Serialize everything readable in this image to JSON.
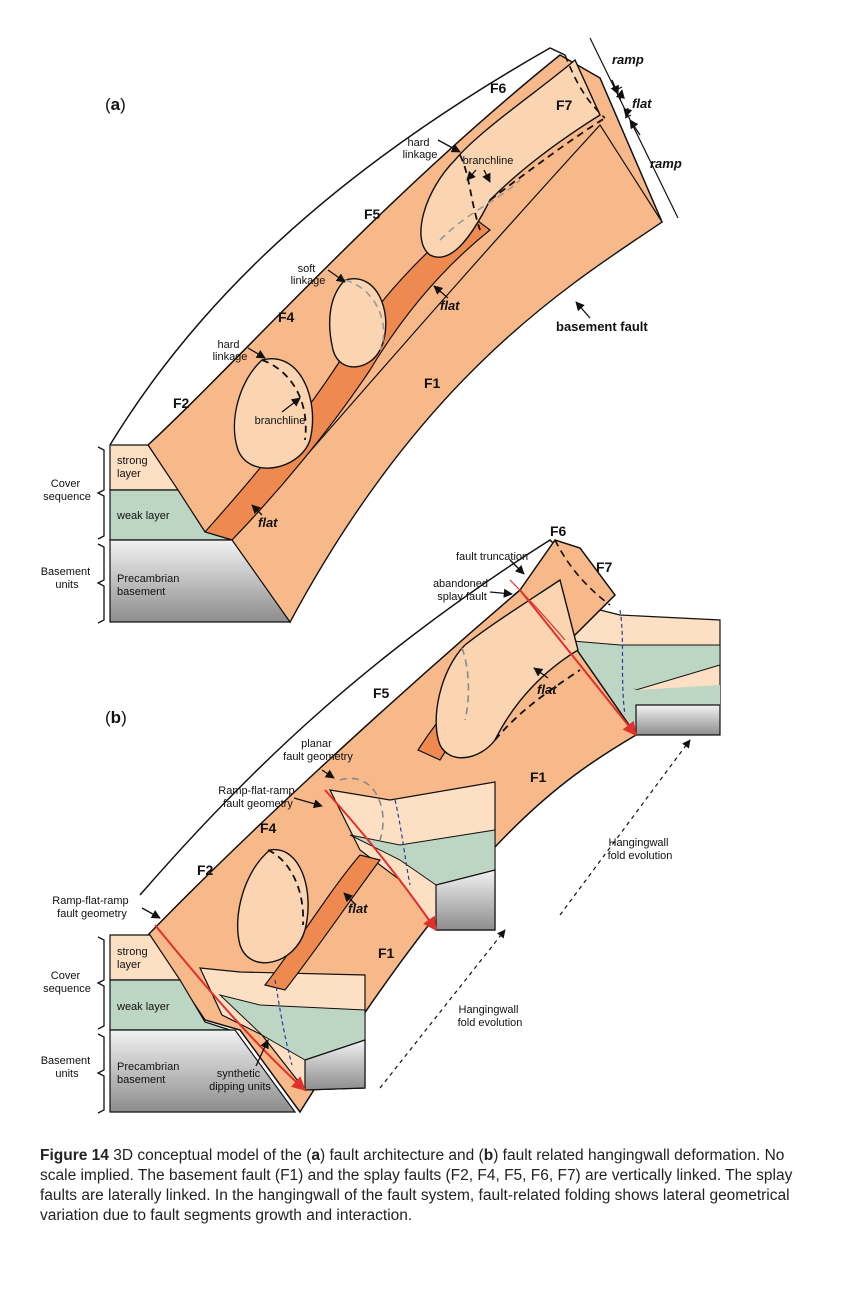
{
  "panel_a": {
    "label_open": "(",
    "label_letter": "a",
    "label_close": ")",
    "faults": {
      "f1": "F1",
      "f2": "F2",
      "f4": "F4",
      "f5": "F5",
      "f6": "F6",
      "f7": "F7"
    },
    "ramp_top": "ramp",
    "flat_mid": "flat",
    "ramp_bottom": "ramp",
    "hard_linkage_top": [
      "hard",
      "linkage"
    ],
    "branchline_top": "branchline",
    "soft_linkage": [
      "soft",
      "linkage"
    ],
    "flat_upper": "flat",
    "basement_fault": "basement fault",
    "hard_linkage_lower": [
      "hard",
      "linkage"
    ],
    "branchline_lower": "branchline",
    "flat_lower": "flat",
    "strong_layer": [
      "strong",
      "layer"
    ],
    "weak_layer": "weak layer",
    "precambrian": [
      "Precambrian",
      "basement"
    ],
    "cover_sequence": [
      "Cover",
      "sequence"
    ],
    "basement_units": [
      "Basement",
      "units"
    ]
  },
  "panel_b": {
    "label_open": "(",
    "label_letter": "b",
    "label_close": ")",
    "faults": {
      "f1_upper": "F1",
      "f1_lower": "F1",
      "f2": "F2",
      "f4": "F4",
      "f5": "F5",
      "f6": "F6",
      "f7": "F7"
    },
    "fault_truncation": "fault truncation",
    "abandoned_splay": [
      "abandoned",
      "splay fault"
    ],
    "flat_upper": "flat",
    "planar_geometry": [
      "planar",
      "fault geometry"
    ],
    "rfr_mid": [
      "Ramp-flat-ramp",
      "fault geometry"
    ],
    "rfr_left": [
      "Ramp-flat-ramp",
      "fault geometry"
    ],
    "flat_lower": "flat",
    "hw_fold_upper": [
      "Hangingwall",
      "fold evolution"
    ],
    "hw_fold_lower": [
      "Hangingwall",
      "fold evolution"
    ],
    "synthetic": [
      "synthetic",
      "dipping units"
    ],
    "strong_layer": [
      "strong",
      "layer"
    ],
    "weak_layer": "weak layer",
    "precambrian": [
      "Precambrian",
      "basement"
    ],
    "cover_sequence": [
      "Cover",
      "sequence"
    ],
    "basement_units": [
      "Basement",
      "units"
    ]
  },
  "caption": {
    "figure_label": "Figure 14",
    "t1": " 3D conceptual model of the (",
    "a": "a",
    "t2": ") fault architecture and (",
    "b": "b",
    "t3": ") fault related hangingwall deformation. No scale implied. The basement fault (F1) and the splay faults (F2, F4, F5, F6, F7) are vertically linked. The splay faults are laterally linked. In the hangingwall of the fault system, fault-related folding shows lateral geometrical variation due to fault segments growth and interaction."
  },
  "colors": {
    "orange": "#f8b98a",
    "dark_orange": "#ee8a4f",
    "light_orange": "#fbd4b2",
    "cream": "#fde0c4",
    "green": "#bdd6c4",
    "red": "#e0302a",
    "blue": "#2a3a9a"
  }
}
